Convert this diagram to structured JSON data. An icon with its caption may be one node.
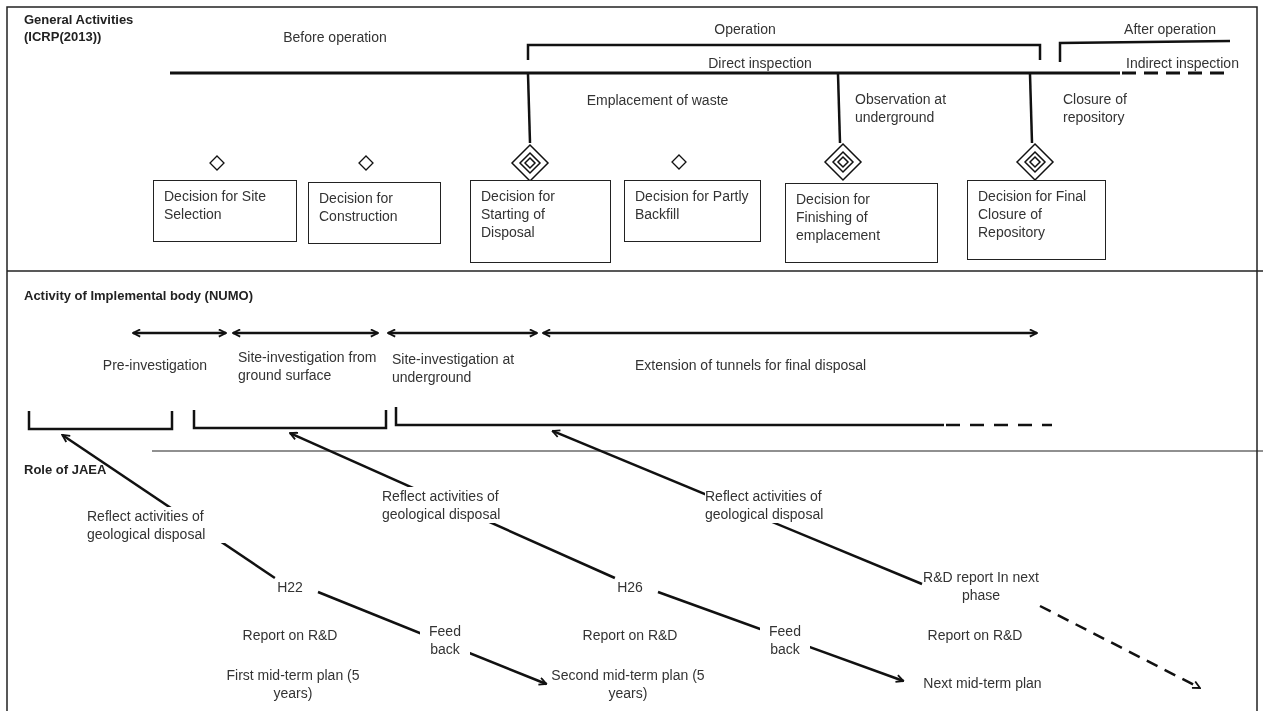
{
  "diagram": {
    "nodes": [
      {
        "text": [
          "Decision for Site Selection"
        ]
      },
      {
        "text": [
          "Decision for Construction"
        ]
      },
      {
        "text": [
          "Decision for Starting of Disposal"
        ]
      },
      {
        "text": [
          "Decision for Partly Backfill"
        ]
      },
      {
        "text": [
          "Decision for Finishing of emplacement"
        ]
      },
      {
        "text": [
          "Decision for Final Closure of Repository"
        ]
      },
      {
        "text": [],
        "shape": "bracket"
      },
      {
        "text": [],
        "shape": "bracket"
      },
      {
        "text": [],
        "shape": "bracket"
      },
      {
        "text": [
          "H22"
        ]
      },
      {
        "text": [
          "Second mid-term plan (5 years)"
        ]
      },
      {
        "text": [
          "H26"
        ]
      },
      {
        "text": [
          "Next mid-term plan"
        ]
      },
      {
        "text": [
          "R&D report In next phase"
        ]
      }
    ],
    "edges": [
      {
        "from": 9,
        "to": 6,
        "arrow": "to",
        "label": "Reflect activities of geological disposal"
      },
      {
        "from": 9,
        "to": 10,
        "arrow": "to",
        "label": "Feed back"
      },
      {
        "from": 11,
        "to": 7,
        "arrow": "to",
        "label": "Reflect activities of geological disposal"
      },
      {
        "from": 11,
        "to": 12,
        "arrow": "to",
        "label": "Feed back"
      },
      {
        "from": 13,
        "to": 8,
        "arrow": "to",
        "label": "Reflect activities of geological disposal"
      },
      {
        "from": 13,
        "to": null,
        "arrow": "to",
        "style": "dashed"
      }
    ],
    "labels": [
      "General Activities (ICRP(2013))",
      "Before operation",
      "Operation",
      "After operation",
      "Direct inspection",
      "Indirect inspection",
      "Emplacement of waste",
      "Observation at underground",
      "Closure of repository",
      "Activity of Implemental body (NUMO)",
      "Pre-investigation",
      "Site-investigation from ground surface",
      "Site-investigation at underground",
      "Extension of tunnels for final disposal",
      "Role of JAEA",
      "Report on R&D",
      "First mid-term plan (5 years)",
      "Report on R&D",
      "Report on R&D"
    ]
  }
}
